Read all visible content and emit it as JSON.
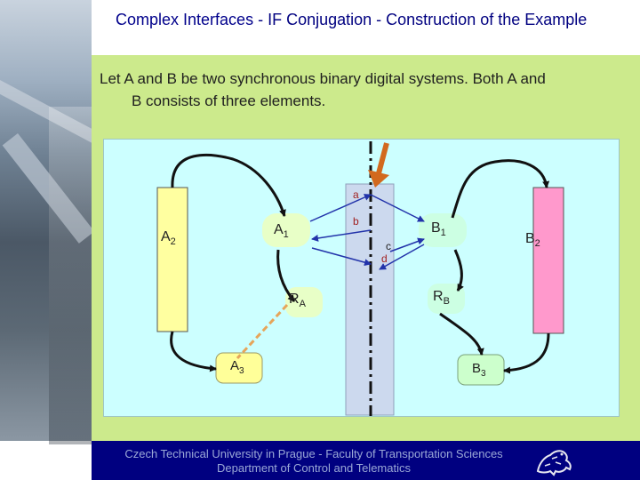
{
  "title": {
    "part1": "Complex Interfaces",
    "sep1": " - ",
    "part2": "IF Conjugation",
    "sep2": " - ",
    "part3": "Construction of the Example"
  },
  "intro": {
    "line1": "Let A and B be two synchronous binary digital systems. Both A and",
    "line2": "B consists of three elements."
  },
  "diagram": {
    "nodes": {
      "A2": {
        "main": "A",
        "sub": "2"
      },
      "A1": {
        "main": "A",
        "sub": "1"
      },
      "A3": {
        "main": "A",
        "sub": "3"
      },
      "RA": {
        "main": "R",
        "sub": "A"
      },
      "B1": {
        "main": "B",
        "sub": "1"
      },
      "B2": {
        "main": "B",
        "sub": "2"
      },
      "B3": {
        "main": "B",
        "sub": "3"
      },
      "RB": {
        "main": "R",
        "sub": "B"
      }
    },
    "signals": {
      "a": "a",
      "b": "b",
      "c": "c",
      "d": "d"
    },
    "colors": {
      "A2_box": "#ffffa0",
      "B2_box": "#ff99cc",
      "A_nodes": "#ffff99",
      "B_nodes": "#ccffcc",
      "interface_box": "#ccd9ee",
      "arrow_blue": "#2233aa",
      "dashed_orange": "#e6a55a",
      "pointer_arrow": "#d2691e"
    }
  },
  "footer": {
    "line1": "Czech Technical University in Prague - Faculty of Transportation Sciences",
    "line2": "Department of Control and Telematics",
    "logo_icon": "ctu-lion-logo-icon"
  }
}
